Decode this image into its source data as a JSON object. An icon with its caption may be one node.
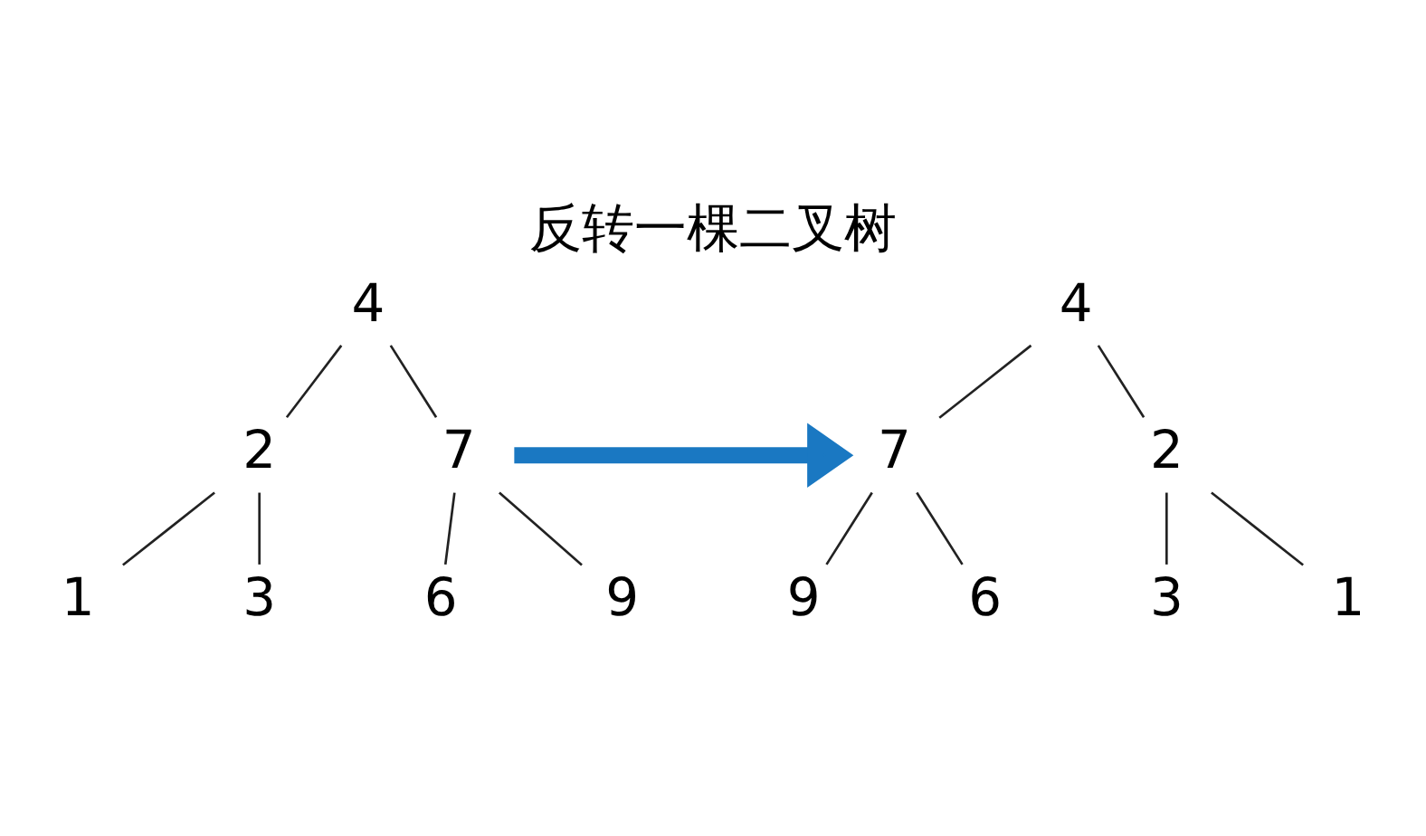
{
  "diagram": {
    "title": "反转一棵二叉树",
    "nodes": [
      {
        "text": [
          "4"
        ]
      },
      {
        "text": [
          "2"
        ]
      },
      {
        "text": [
          "7"
        ]
      },
      {
        "text": [
          "1"
        ]
      },
      {
        "text": [
          "3"
        ]
      },
      {
        "text": [
          "6"
        ]
      },
      {
        "text": [
          "9"
        ]
      },
      {
        "text": [
          "4"
        ]
      },
      {
        "text": [
          "7"
        ]
      },
      {
        "text": [
          "2"
        ]
      },
      {
        "text": [
          "9"
        ]
      },
      {
        "text": [
          "6"
        ]
      },
      {
        "text": [
          "3"
        ]
      },
      {
        "text": [
          "1"
        ]
      }
    ],
    "edges": [
      {
        "from": 0,
        "to": 1,
        "arrow": "none"
      },
      {
        "from": 0,
        "to": 2,
        "arrow": "none"
      },
      {
        "from": 1,
        "to": 3,
        "arrow": "none"
      },
      {
        "from": 1,
        "to": 4,
        "arrow": "none"
      },
      {
        "from": 2,
        "to": 5,
        "arrow": "none"
      },
      {
        "from": 2,
        "to": 6,
        "arrow": "none"
      },
      {
        "from": 2,
        "to": 8,
        "arrow": "to",
        "style": "thick",
        "color": "#1a78c2"
      },
      {
        "from": 7,
        "to": 8,
        "arrow": "none"
      },
      {
        "from": 7,
        "to": 9,
        "arrow": "none"
      },
      {
        "from": 8,
        "to": 10,
        "arrow": "none"
      },
      {
        "from": 8,
        "to": 11,
        "arrow": "none"
      },
      {
        "from": 9,
        "to": 12,
        "arrow": "none"
      },
      {
        "from": 9,
        "to": 13,
        "arrow": "none"
      }
    ]
  }
}
